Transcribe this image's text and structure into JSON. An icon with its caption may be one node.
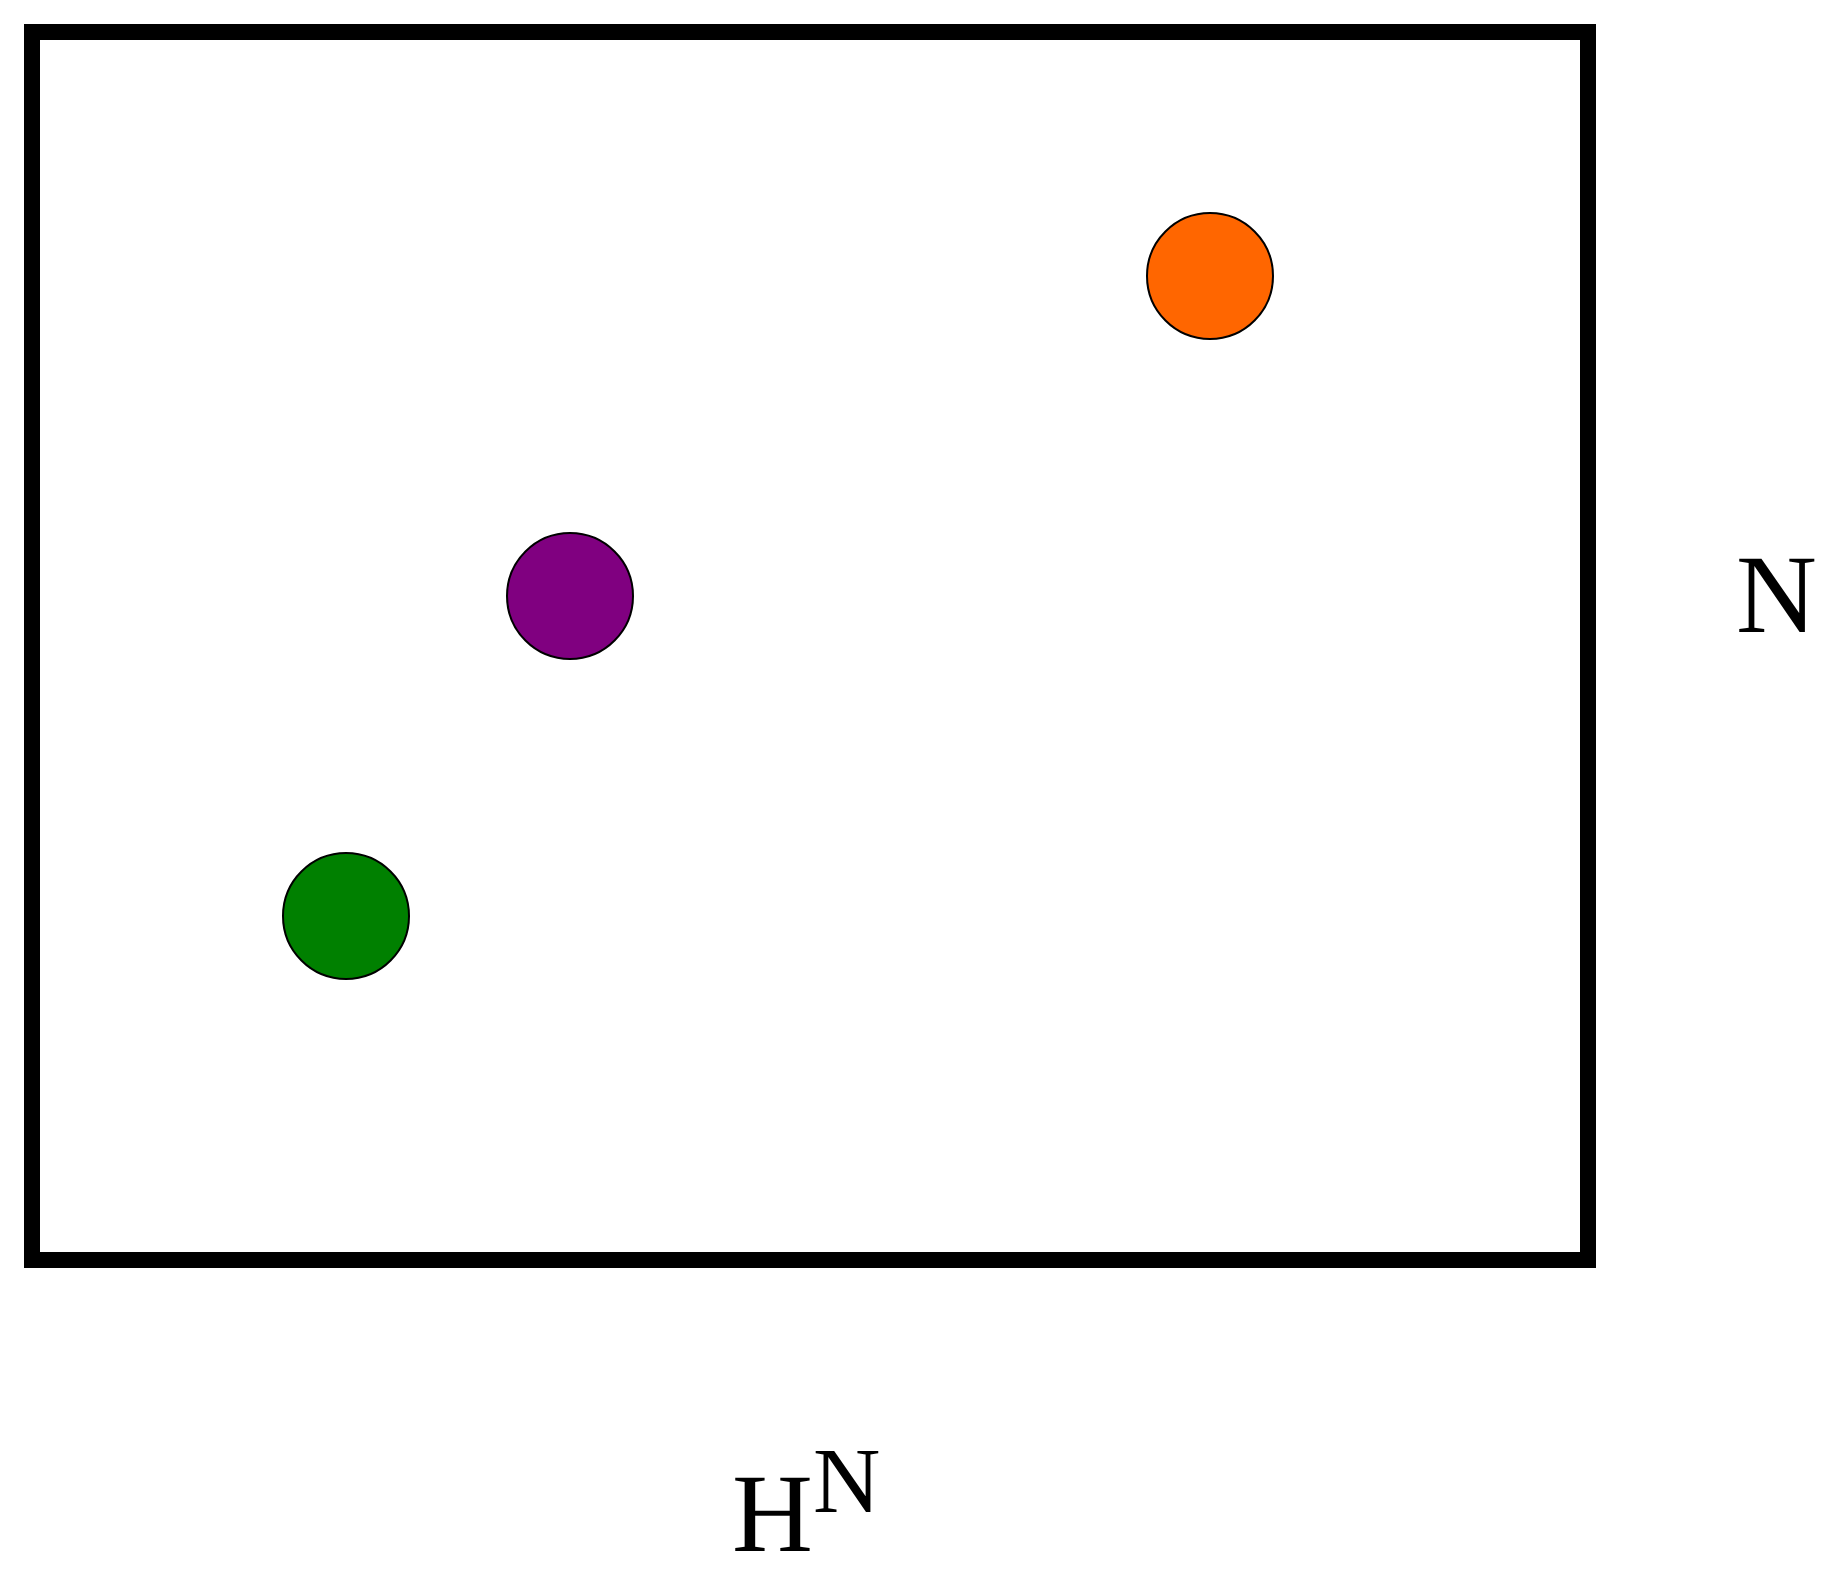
{
  "diagram": {
    "nodes": [
      {
        "text": [],
        "shape": "box"
      },
      {
        "text": [],
        "shape": "circle",
        "in": 0
      },
      {
        "text": [],
        "shape": "circle",
        "in": 0
      },
      {
        "text": [],
        "shape": "circle",
        "in": 0
      }
    ],
    "labels": [
      "N",
      "H$^{N}$"
    ]
  }
}
